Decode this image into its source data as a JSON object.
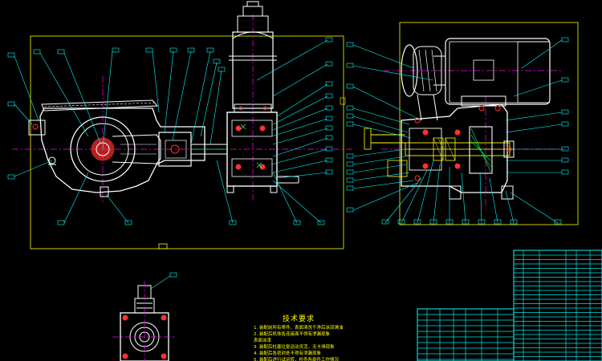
{
  "colors": {
    "background": "#000000",
    "outline": "#ffffff",
    "leader": "#00ffff",
    "frame": "#ffff00",
    "centerline": "#ff00ff",
    "hatch": "#00ff66",
    "accent": "#ff3030",
    "table": "#00e5e5"
  },
  "tech_requirements": {
    "title": "技术要求",
    "items": [
      "1. 装配前所有零件，表面清洗干净后涂润滑油",
      "2. 装配后机体各连接面不得有渗漏现象",
      "   表面涂漆",
      "3. 装配后柱塞往复运动灵活，无卡滞现象",
      "4. 装配后各密封处不得有泄漏现象",
      "5. 装配后进行试运转，检查各部件工作情况"
    ]
  },
  "views": {
    "front_view": "pump-front-view",
    "side_view": "pump-side-view",
    "top_view": "pump-top-view"
  }
}
